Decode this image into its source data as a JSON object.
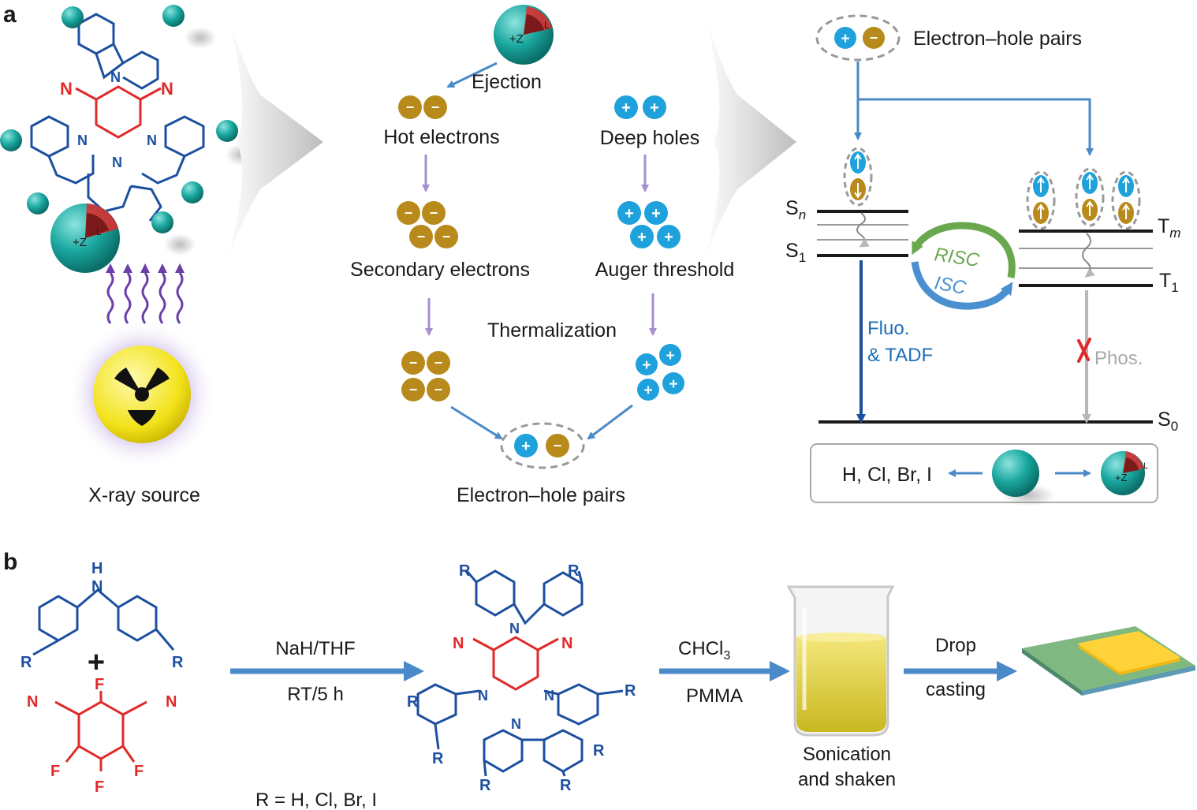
{
  "panel_a": {
    "letter": "a",
    "xray_label": "X-ray source",
    "ejection": "Ejection",
    "hot_electrons": "Hot electrons",
    "deep_holes": "Deep holes",
    "secondary_electrons": "Secondary electrons",
    "auger_threshold": "Auger threshold",
    "thermalization": "Thermalization",
    "eh_pairs_bottom": "Electron–hole pairs",
    "eh_pairs_top": "Electron–hole pairs",
    "minus_sign": "−",
    "plus_sign": "+",
    "zl_label": "+Z",
    "zl_sup": "L",
    "energy_levels": {
      "sn": "S",
      "sn_sub": "n",
      "s1": "S",
      "s1_sub": "1",
      "tm": "T",
      "tm_sub": "m",
      "t1": "T",
      "t1_sub": "1",
      "s0": "S",
      "s0_sub": "0"
    },
    "risc": "RISC",
    "isc": "ISC",
    "fluo_line1": "Fluo.",
    "fluo_line2": "& TADF",
    "phos": "Phos.",
    "halogens": "H, Cl, Br, I"
  },
  "panel_b": {
    "letter": "b",
    "reagent1": "NaH/THF",
    "reagent2": "RT/5 h",
    "solvent": "CHCl",
    "solvent_sub": "3",
    "polymer": "PMMA",
    "sonication_line1": "Sonication",
    "sonication_line2": "and shaken",
    "drop_line1": "Drop",
    "drop_line2": "casting",
    "r_def": "R = H, Cl, Br, I",
    "r": "R",
    "n": "N",
    "h": "H",
    "f": "F",
    "plus": "+"
  },
  "colors": {
    "blue_structure": "#1d4fa0",
    "red_core": "#e02a2a",
    "arrow_blue": "#4a8ac8",
    "electron_gold": "#b88a1c",
    "hole_cyan": "#1fa1dc",
    "teal_sphere": "#1aa8a0",
    "risc_green": "#6aa84f",
    "isc_blue": "#4a90d0",
    "violet_arrow": "#a58fd0",
    "gray_arrow": "#b8b8b8"
  }
}
